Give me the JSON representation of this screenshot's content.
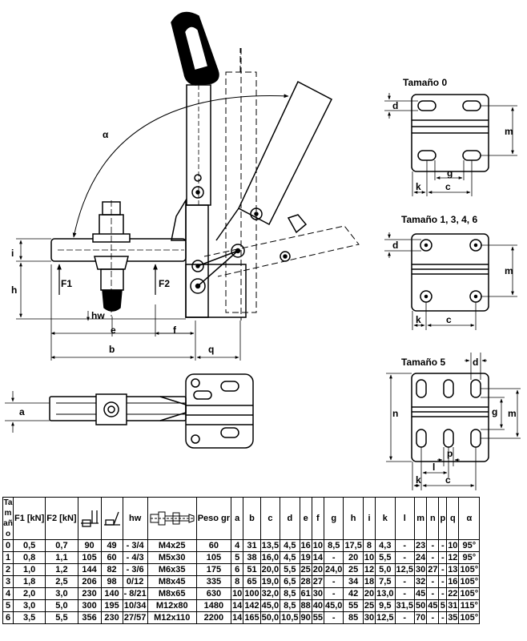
{
  "labels": {
    "alpha": "α",
    "F1": "F1",
    "F2": "F2",
    "hw": "hw",
    "e": "e",
    "f": "f",
    "b": "b",
    "q": "q",
    "i": "i",
    "h": "h",
    "a": "a"
  },
  "variants": {
    "t0": {
      "title": "Tamaño 0",
      "d": "d",
      "m": "m",
      "g": "g",
      "k": "k",
      "c": "c"
    },
    "t1": {
      "title": "Tamaño 1, 3, 4, 6",
      "d": "d",
      "m": "m",
      "k": "k",
      "c": "c"
    },
    "t5": {
      "title": "Tamaño 5",
      "d": "d",
      "n": "n",
      "g": "g",
      "m": "m",
      "p": "p",
      "l": "l",
      "k": "k",
      "c": "c"
    }
  },
  "table": {
    "headers": [
      "Tamaño",
      "F1 [kN]",
      "F2 [kN]",
      "",
      "",
      "hw",
      "",
      "Peso gr",
      "a",
      "b",
      "c",
      "d",
      "e",
      "f",
      "g",
      "h",
      "i",
      "k",
      "l",
      "m",
      "n",
      "p",
      "q",
      "α"
    ],
    "rows": [
      [
        "0",
        "0,5",
        "0,7",
        "90",
        "49",
        "- 3/4",
        "M4x25",
        "60",
        "4",
        "31",
        "13,5",
        "4,5",
        "16",
        "10",
        "8,5",
        "17,5",
        "8",
        "4,3",
        "-",
        "23",
        "-",
        "-",
        "10",
        "95°"
      ],
      [
        "1",
        "0,8",
        "1,1",
        "105",
        "60",
        "- 4/3",
        "M5x30",
        "105",
        "5",
        "38",
        "16,0",
        "4,5",
        "19",
        "14",
        "-",
        "20",
        "10",
        "5,5",
        "-",
        "24",
        "-",
        "-",
        "12",
        "95°"
      ],
      [
        "2",
        "1,0",
        "1,2",
        "144",
        "82",
        "- 3/6",
        "M6x35",
        "175",
        "6",
        "51",
        "20,0",
        "5,5",
        "25",
        "20",
        "24,0",
        "25",
        "12",
        "5,0",
        "12,5",
        "30",
        "27",
        "-",
        "13",
        "105°"
      ],
      [
        "3",
        "1,8",
        "2,5",
        "206",
        "98",
        "0/12",
        "M8x45",
        "335",
        "8",
        "65",
        "19,0",
        "6,5",
        "28",
        "27",
        "-",
        "34",
        "18",
        "7,5",
        "-",
        "32",
        "-",
        "-",
        "16",
        "105°"
      ],
      [
        "4",
        "2,0",
        "3,0",
        "230",
        "140",
        "- 8/21",
        "M8x65",
        "630",
        "10",
        "100",
        "32,0",
        "8,5",
        "61",
        "30",
        "-",
        "42",
        "20",
        "13,0",
        "-",
        "45",
        "-",
        "-",
        "22",
        "105°"
      ],
      [
        "5",
        "3,0",
        "5,0",
        "300",
        "195",
        "10/34",
        "M12x80",
        "1480",
        "14",
        "142",
        "45,0",
        "8,5",
        "88",
        "40",
        "45,0",
        "55",
        "25",
        "9,5",
        "31,5",
        "50",
        "45",
        "5",
        "31",
        "115°"
      ],
      [
        "6",
        "3,5",
        "5,5",
        "356",
        "230",
        "27/57",
        "M12x110",
        "2200",
        "14",
        "165",
        "50,0",
        "10,5",
        "90",
        "55",
        "-",
        "85",
        "30",
        "12,5",
        "-",
        "70",
        "-",
        "-",
        "35",
        "105°"
      ]
    ]
  }
}
